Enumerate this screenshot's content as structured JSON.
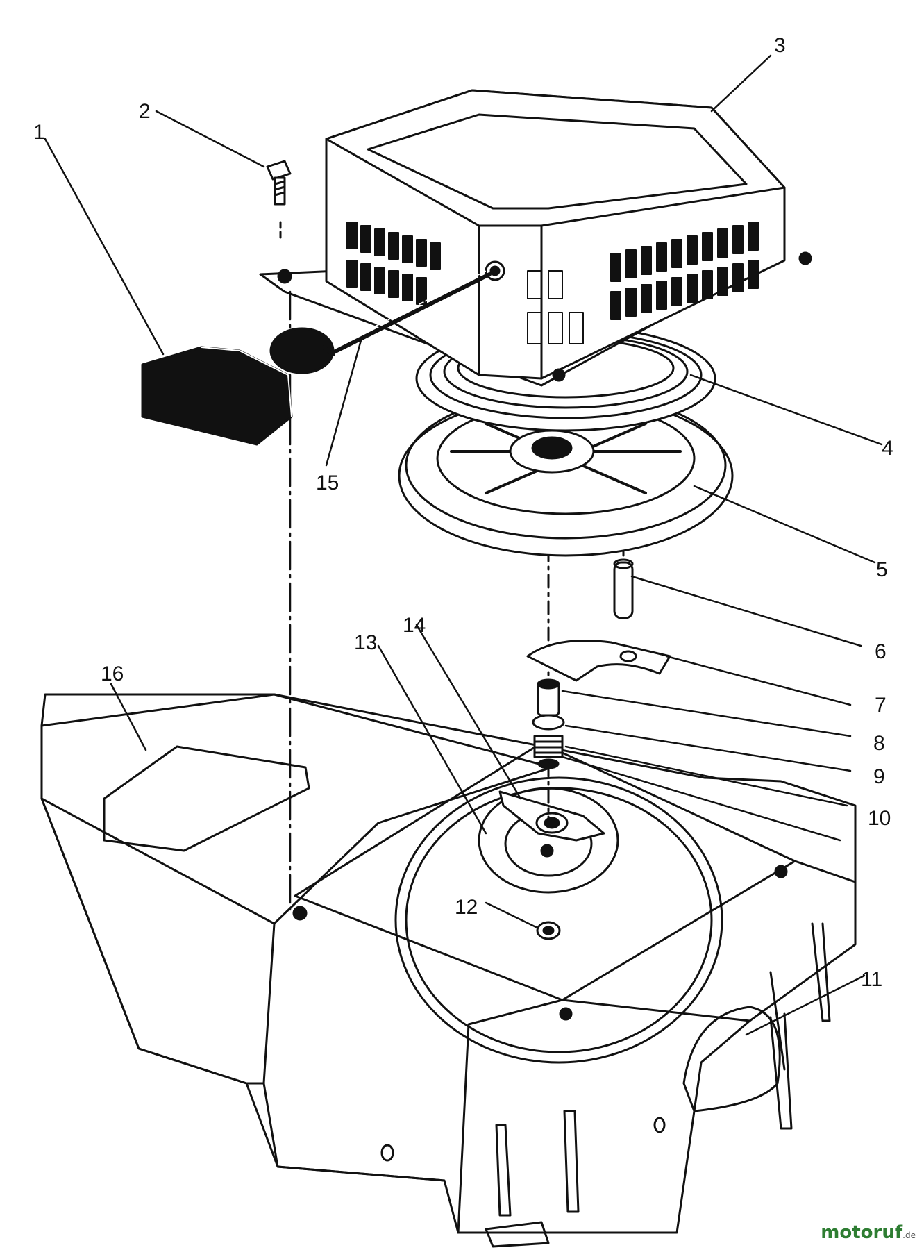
{
  "diagram": {
    "callouts": [
      {
        "id": "1",
        "text": "1"
      },
      {
        "id": "2",
        "text": "2"
      },
      {
        "id": "3",
        "text": "3"
      },
      {
        "id": "4",
        "text": "4"
      },
      {
        "id": "5",
        "text": "5"
      },
      {
        "id": "6",
        "text": "6"
      },
      {
        "id": "7",
        "text": "7"
      },
      {
        "id": "8",
        "text": "8"
      },
      {
        "id": "9",
        "text": "9"
      },
      {
        "id": "10",
        "text": "10"
      },
      {
        "id": "11",
        "text": "11"
      },
      {
        "id": "12",
        "text": "12"
      },
      {
        "id": "13",
        "text": "13"
      },
      {
        "id": "14",
        "text": "14"
      },
      {
        "id": "15",
        "text": "15"
      },
      {
        "id": "16",
        "text": "16"
      }
    ],
    "line_color": "#111111",
    "fill_color": "#ffffff"
  },
  "watermark": {
    "brand": "motoruf",
    "suffix": ".de",
    "color": "#2e7d32"
  }
}
